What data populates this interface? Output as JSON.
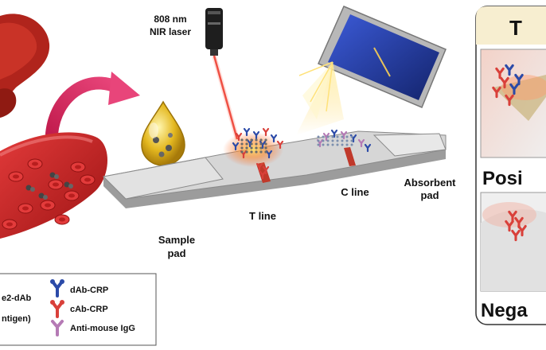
{
  "laser": {
    "line1": "808 nm",
    "line2": "NIR laser"
  },
  "strip": {
    "t_line": "T line",
    "c_line": "C line",
    "absorbent_line1": "Absorbent",
    "absorbent_line2": "pad",
    "sample_line1": "Sample",
    "sample_line2": "pad"
  },
  "legend": {
    "left_items": [
      "e2-dAb",
      "ntigen)"
    ],
    "items": [
      "dAb-CRP",
      "cAb-CRP",
      "Anti-mouse IgG"
    ]
  },
  "panel": {
    "header": "T",
    "positive": "Posi",
    "negative": "Nega"
  },
  "colors": {
    "strip": "#cfcfcf",
    "red_line": "#c0392b",
    "laser": "#e8291c",
    "legend_blue": "#2b4aa8",
    "legend_red": "#d9403a",
    "legend_pink": "#b57ab5",
    "panel_border": "#333333",
    "panel_header": "#f7eed0"
  }
}
